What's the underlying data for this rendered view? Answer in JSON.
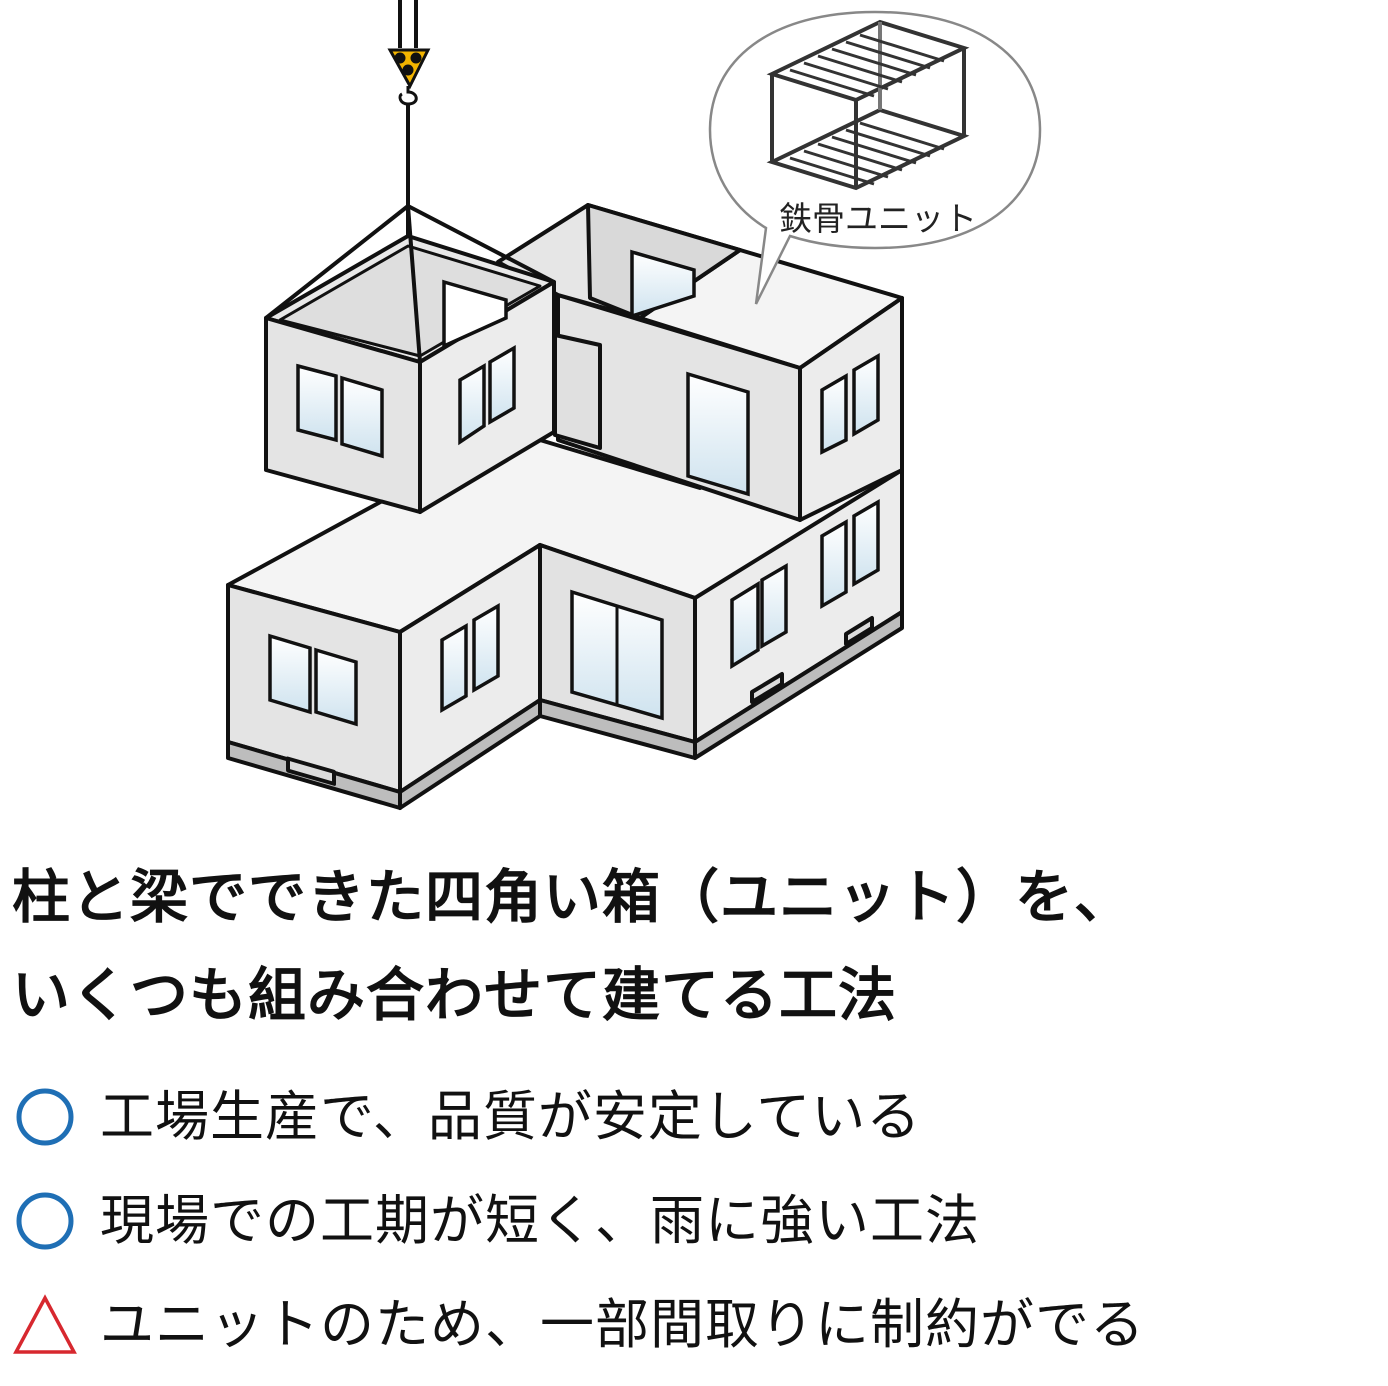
{
  "bubble_label": "鉄骨ユニット",
  "headline_lines": [
    "柱と梁でできた四角い箱（ユニット）を、",
    "いくつも組み合わせて建てる工法"
  ],
  "points": [
    {
      "mark": "circle",
      "text": "工場生産で、品質が安定している"
    },
    {
      "mark": "circle",
      "text": "現場での工期が短く、雨に強い工法"
    },
    {
      "mark": "triangle",
      "text": "ユニットのため、一部間取りに制約がでる"
    }
  ],
  "colors": {
    "circle_mark": "#1f6fb5",
    "triangle_mark": "#d7282f",
    "hook": "#f2b400",
    "wall": "#e6e6e6",
    "roof": "#f4f4f4",
    "base": "#bdbdbd"
  }
}
